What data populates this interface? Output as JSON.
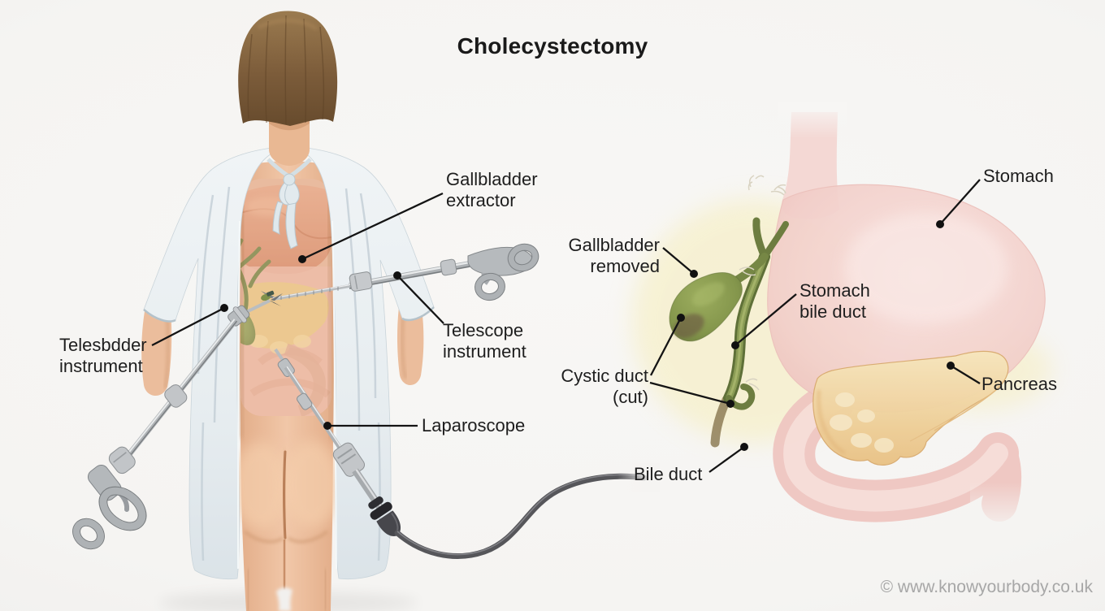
{
  "title": "Cholecystectomy",
  "watermark": "© www.knowyourbody.co.uk",
  "patient_labels": {
    "gallbladder_extractor": {
      "line1": "Gallbladder",
      "line2": "extractor"
    },
    "telescope_instrument": {
      "line1": "Telescope",
      "line2": "instrument"
    },
    "telesbdder_instrument": {
      "line1": "Telesbdder",
      "line2": "instrument"
    },
    "laparoscope": {
      "line1": "Laparoscope"
    }
  },
  "inset_labels": {
    "stomach": {
      "line1": "Stomach"
    },
    "gallbladder_removed": {
      "line1": "Gallbladder",
      "line2": "removed"
    },
    "stomach_bile_duct": {
      "line1": "Stomach",
      "line2": "bile duct"
    },
    "cystic_duct_cut": {
      "line1": "Cystic duct",
      "line2": "(cut)"
    },
    "pancreas": {
      "line1": "Pancreas"
    },
    "bile_duct": {
      "line1": "Bile duct"
    }
  },
  "colors": {
    "background": "#f6f5f3",
    "text": "#1e1e1e",
    "leader_line": "#141414",
    "watermark_gray": "#a7a7a7",
    "skin": "#eec3a4",
    "skin_shadow": "#d09a75",
    "hair_brown": "#7c5c3a",
    "gown_blue_gray": "#e9eef1",
    "gown_shadow": "#c4d0d7",
    "steel_gray": "#b0b4b7",
    "steel_dark": "#7e8285",
    "cable_gray": "#56565a",
    "liver_salmon": "#dd9377",
    "stomach_pink": "#f2cfca",
    "duodenum_pink": "#efc6c1",
    "pancreas_tan": "#eecf96",
    "pancreas_outline": "#d9ab70",
    "gallbladder_green": "#84964c",
    "gallbladder_dark": "#5f7038",
    "bile_duct_green": "#76874a",
    "glow_yellow": "#f6ecb4"
  }
}
